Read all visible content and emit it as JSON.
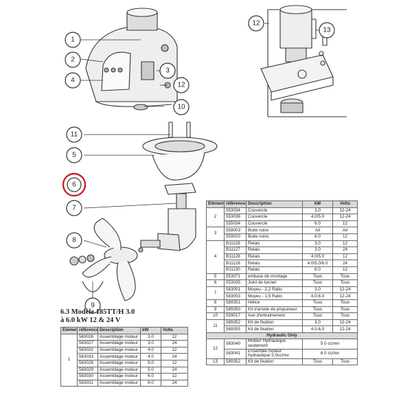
{
  "callouts": [
    "1",
    "2",
    "3",
    "4",
    "12",
    "10",
    "11",
    "5",
    "6",
    "7",
    "8",
    "9",
    "12",
    "13"
  ],
  "highlight_color": "#c8232c",
  "section": {
    "title_line1": "6.3 Modèle 185TT/H 3.0",
    "title_line2": "à 6.0 kW 12 & 24 V"
  },
  "table_bottom": {
    "headers": [
      "Elément",
      "référence",
      "Description",
      "kW",
      "Volts"
    ],
    "element": "1",
    "rows": [
      [
        "583026",
        "Assemblage moteur",
        "3.0",
        "12"
      ],
      [
        "583027",
        "Assemblage moteur",
        "3.0",
        "24"
      ],
      [
        "583032",
        "Assemblage moteur",
        "4.0",
        "12"
      ],
      [
        "583033",
        "Assemblage moteur",
        "4.0",
        "24"
      ],
      [
        "583028",
        "Assemblage moteur",
        "5.0",
        "12"
      ],
      [
        "583029",
        "Assemblage moteur",
        "5.0",
        "24"
      ],
      [
        "583030",
        "Assemblage moteur",
        "6.0",
        "12"
      ],
      [
        "583031",
        "Assemblage moteur",
        "6.0",
        "24"
      ]
    ]
  },
  "table_right": {
    "headers": [
      "Elément",
      "référence",
      "Description",
      "kW",
      "Volts"
    ],
    "groups": [
      {
        "element": "2",
        "rows": [
          [
            "553034",
            "Couvercle",
            "3.0",
            "12-24"
          ],
          [
            "553036",
            "Couvercle",
            "4.0/5.0",
            "12-24"
          ],
          [
            "555034",
            "Couvercle",
            "6.0",
            "12"
          ]
        ]
      },
      {
        "element": "3",
        "rows": [
          [
            "559003",
            "Boite noire",
            "All",
            "All"
          ],
          [
            "559020",
            "Boite noire",
            "6.0",
            "12"
          ]
        ]
      },
      {
        "element": "4",
        "rows": [
          [
            "B11126",
            "Relais",
            "3.0",
            "12"
          ],
          [
            "B11127",
            "Relais",
            "3.0",
            "24"
          ],
          [
            "B11128",
            "Relais",
            "4.0/5.0",
            "12"
          ],
          [
            "B11129",
            "Relais",
            "4.0/5.0/6.0",
            "24"
          ],
          [
            "B11130",
            "Relais",
            "6.0",
            "12"
          ]
        ]
      },
      {
        "element": "5",
        "rows": [
          [
            "553071",
            "embase de montage",
            "Tous",
            "Tous"
          ]
        ]
      },
      {
        "element": "6",
        "rows": [
          [
            "553035",
            "Joint de tunnel",
            "Tous",
            "Tous"
          ]
        ]
      },
      {
        "element": "7",
        "rows": [
          [
            "583001",
            "Moyeu - 2.2 Ratio",
            "3.0",
            "12-24"
          ],
          [
            "583003",
            "Moyeu - 1.5 Ratio",
            "4.0-6.0",
            "12-24"
          ]
        ]
      },
      {
        "element": "8",
        "rows": [
          [
            "589351",
            "Hélice",
            "Tous",
            "Tous"
          ]
        ]
      },
      {
        "element": "9",
        "rows": [
          [
            "589350",
            "Kit d'anode de propulseur",
            "Tous",
            "Tous"
          ]
        ]
      },
      {
        "element": "10",
        "rows": [
          [
            "559017",
            "Axe d'entrainement",
            "Tous",
            "Tous"
          ]
        ]
      },
      {
        "element": "11",
        "rows": [
          [
            "589352",
            "Kit de fixation",
            "3.0",
            "12-24"
          ],
          [
            "589355",
            "Kit de fixation",
            "4.0-6.0",
            "12-24"
          ]
        ]
      }
    ],
    "hydraulic_header": "Hydraulic Only",
    "hydraulic_groups": [
      {
        "element": "12",
        "rows": [
          [
            "583040",
            "Moteur Hydraulique seulement",
            "5.0 cc/rev"
          ],
          [
            "583041",
            "Ensemble moteur hydraulique 5.0cc/rev",
            "6.0 cc/rev"
          ]
        ]
      },
      {
        "element": "13",
        "rows": [
          [
            "589352",
            "Kit de fixation",
            "Tous",
            "Tous"
          ]
        ]
      }
    ]
  }
}
